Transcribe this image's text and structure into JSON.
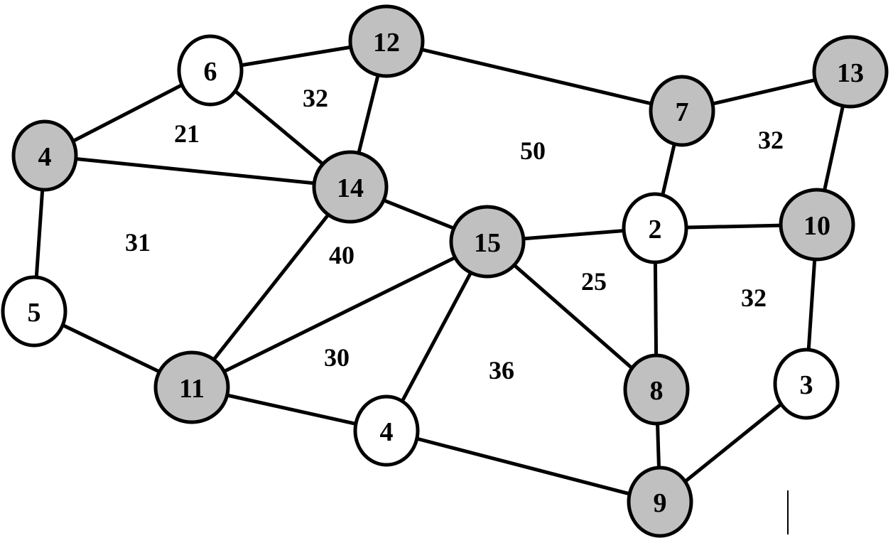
{
  "colors": {
    "line": "#000000",
    "node_fill_plain": "#ffffff",
    "node_fill_highlighted": "#c0c0c0",
    "background": "#ffffff"
  },
  "nodes": [
    {
      "id": "n6",
      "label": "6",
      "highlighted": false
    },
    {
      "id": "n12",
      "label": "12",
      "highlighted": true
    },
    {
      "id": "n4a",
      "label": "4",
      "highlighted": true
    },
    {
      "id": "n14",
      "label": "14",
      "highlighted": true
    },
    {
      "id": "n7",
      "label": "7",
      "highlighted": true
    },
    {
      "id": "n13",
      "label": "13",
      "highlighted": true
    },
    {
      "id": "n15",
      "label": "15",
      "highlighted": true
    },
    {
      "id": "n2",
      "label": "2",
      "highlighted": false
    },
    {
      "id": "n10",
      "label": "10",
      "highlighted": true
    },
    {
      "id": "n5",
      "label": "5",
      "highlighted": false
    },
    {
      "id": "n11",
      "label": "11",
      "highlighted": true
    },
    {
      "id": "n4b",
      "label": "4",
      "highlighted": false
    },
    {
      "id": "n8",
      "label": "8",
      "highlighted": true
    },
    {
      "id": "n3",
      "label": "3",
      "highlighted": false
    },
    {
      "id": "n9",
      "label": "9",
      "highlighted": true
    }
  ],
  "edges": [
    {
      "from": "n4a",
      "to": "n6"
    },
    {
      "from": "n6",
      "to": "n12"
    },
    {
      "from": "n6",
      "to": "n14"
    },
    {
      "from": "n12",
      "to": "n14"
    },
    {
      "from": "n12",
      "to": "n7"
    },
    {
      "from": "n7",
      "to": "n13"
    },
    {
      "from": "n7",
      "to": "n2"
    },
    {
      "from": "n13",
      "to": "n10"
    },
    {
      "from": "n4a",
      "to": "n14"
    },
    {
      "from": "n4a",
      "to": "n5"
    },
    {
      "from": "n14",
      "to": "n15"
    },
    {
      "from": "n14",
      "to": "n11"
    },
    {
      "from": "n15",
      "to": "n2"
    },
    {
      "from": "n2",
      "to": "n10"
    },
    {
      "from": "n2",
      "to": "n8"
    },
    {
      "from": "n15",
      "to": "n11"
    },
    {
      "from": "n15",
      "to": "n4b"
    },
    {
      "from": "n15",
      "to": "n8"
    },
    {
      "from": "n10",
      "to": "n3"
    },
    {
      "from": "n5",
      "to": "n11"
    },
    {
      "from": "n11",
      "to": "n4b"
    },
    {
      "from": "n4b",
      "to": "n9"
    },
    {
      "from": "n8",
      "to": "n9"
    },
    {
      "from": "n3",
      "to": "n9"
    }
  ],
  "face_labels": [
    {
      "id": "f21",
      "label": "21"
    },
    {
      "id": "f32a",
      "label": "32"
    },
    {
      "id": "f50",
      "label": "50"
    },
    {
      "id": "f32b",
      "label": "32"
    },
    {
      "id": "f31",
      "label": "31"
    },
    {
      "id": "f40",
      "label": "40"
    },
    {
      "id": "f25",
      "label": "25"
    },
    {
      "id": "f32c",
      "label": "32"
    },
    {
      "id": "f30",
      "label": "30"
    },
    {
      "id": "f36",
      "label": "36"
    }
  ]
}
